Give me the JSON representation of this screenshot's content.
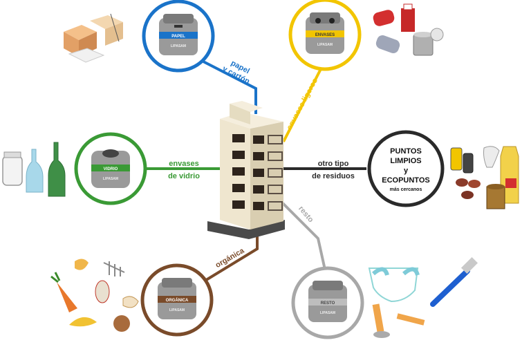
{
  "colors": {
    "paper": "#1a73c9",
    "light": "#f2c500",
    "glass": "#3a9a35",
    "organic": "#7a4b2a",
    "rest": "#a8a8a8",
    "clean": "#2a2a2a"
  },
  "labels": {
    "paper_line1": "papel",
    "paper_line2": "y cartón",
    "light": "envases ligeros",
    "glass_line1": "envases",
    "glass_line2": "de vidrio",
    "organic": "orgánica",
    "rest": "resto",
    "other_line1": "otro tipo",
    "other_line2": "de residuos"
  },
  "points": {
    "line1": "PUNTOS",
    "line2": "LIMPIOS",
    "line3": "y",
    "line4": "ECOPUNTOS",
    "line5": "más cercanos"
  },
  "bins": {
    "paper_tag": "PAPEL",
    "light_tag": "ENVASES",
    "glass_tag": "VIDRIO",
    "organic_tag": "ORGÁNICA",
    "rest_tag": "RESTO",
    "brand": "LIPASAM"
  },
  "icons": {
    "paper_items": "cardboard-boxes-icon",
    "light_items": "cans-bottles-brick-icon",
    "glass_items": "glass-jar-bottles-icon",
    "organic_items": "food-scraps-icon",
    "rest_items": "diaper-razor-cigarette-icon",
    "clean_items": "batteries-bulb-oil-paint-icon",
    "building": "apartment-building-icon"
  }
}
